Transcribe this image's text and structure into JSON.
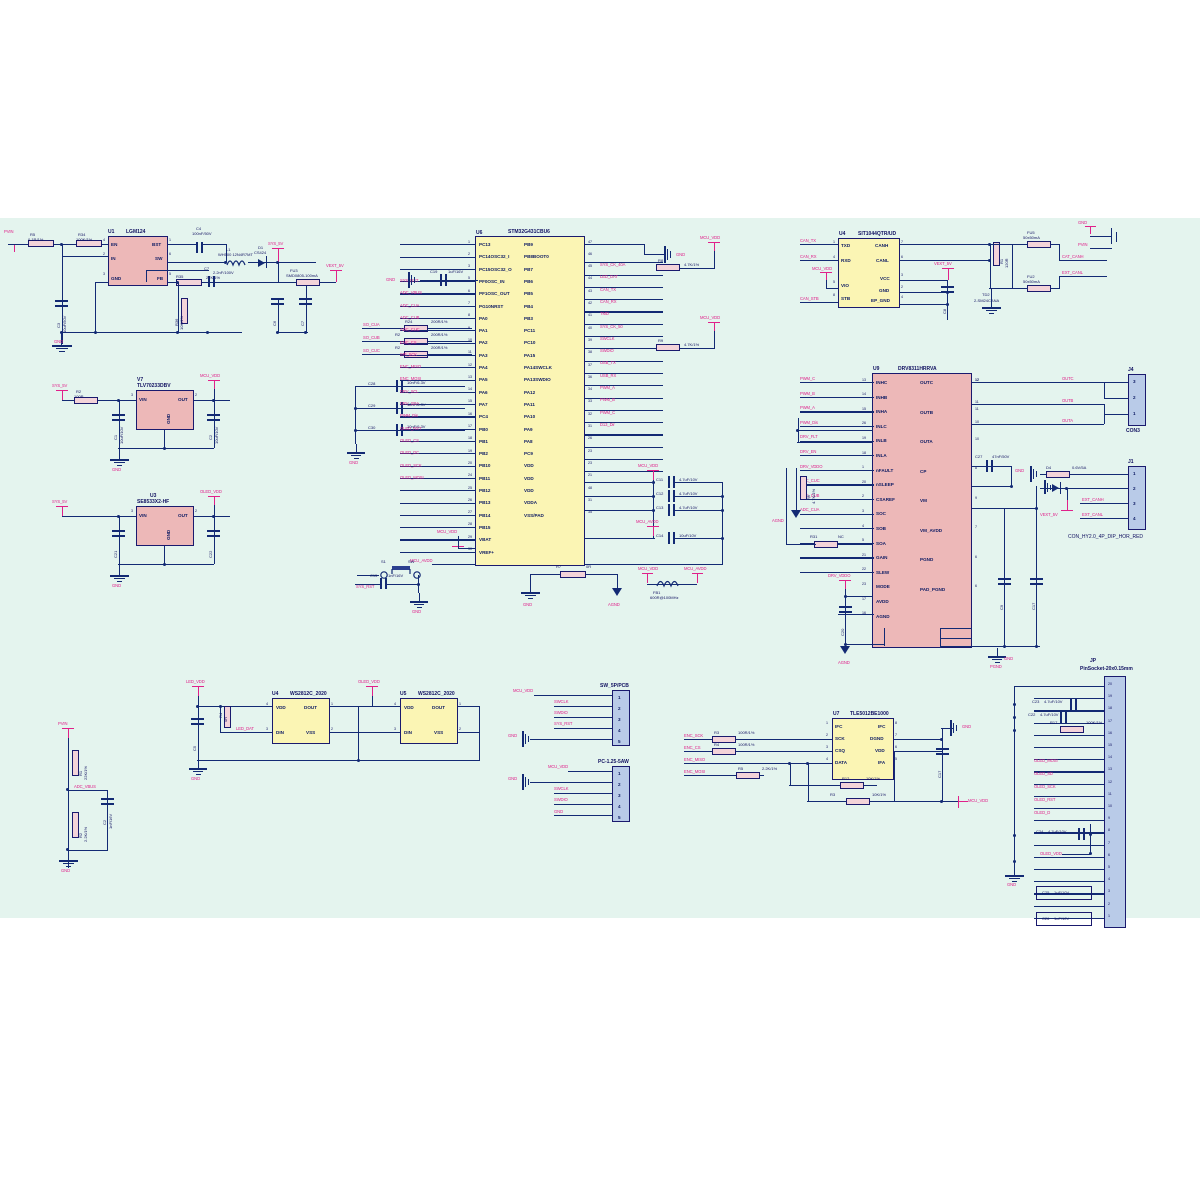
{
  "sheet": {
    "background": "#e4f4ee",
    "wire_color": "#132a74",
    "net_color": "#e0218a",
    "ic_fill_yellow": "#fbf5b4",
    "ic_fill_red": "#edb8b8",
    "ic_fill_blue": "#b9cbe8"
  },
  "mcu": {
    "ref": "U6",
    "part": "STM32G431CBU6",
    "left_pins": [
      {
        "num": "1",
        "name": "PC13"
      },
      {
        "num": "2",
        "name": "PC14OSC32_I"
      },
      {
        "num": "3",
        "name": "PC15OSC32_O"
      },
      {
        "num": "5",
        "name": "PF0OSC_IN"
      },
      {
        "num": "6",
        "name": "PF1OSC_OUT"
      },
      {
        "num": "7",
        "name": "PG10NRST"
      },
      {
        "num": "8",
        "name": "PA0"
      },
      {
        "num": "9",
        "name": "PA1"
      },
      {
        "num": "10",
        "name": "PA2"
      },
      {
        "num": "11",
        "name": "PA3"
      },
      {
        "num": "12",
        "name": "PA4"
      },
      {
        "num": "13",
        "name": "PA5"
      },
      {
        "num": "14",
        "name": "PA6"
      },
      {
        "num": "15",
        "name": "PA7"
      },
      {
        "num": "16",
        "name": "PC4"
      },
      {
        "num": "17",
        "name": "PB0"
      },
      {
        "num": "18",
        "name": "PB1"
      },
      {
        "num": "19",
        "name": "PB2"
      },
      {
        "num": "20",
        "name": "PB10"
      },
      {
        "num": "24",
        "name": "PB11"
      },
      {
        "num": "25",
        "name": "PB12"
      },
      {
        "num": "26",
        "name": "PB13"
      },
      {
        "num": "27",
        "name": "PB14"
      },
      {
        "num": "28",
        "name": "PB15"
      },
      {
        "num": "29",
        "name": "VBAT"
      },
      {
        "num": "30",
        "name": "VREF+"
      }
    ],
    "right_pins": [
      {
        "num": "47",
        "name": "PB9"
      },
      {
        "num": "46",
        "name": "PB8BOOT0"
      },
      {
        "num": "45",
        "name": "PB7"
      },
      {
        "num": "44",
        "name": "PB6"
      },
      {
        "num": "43",
        "name": "PB5"
      },
      {
        "num": "42",
        "name": "PB4"
      },
      {
        "num": "41",
        "name": "PB3"
      },
      {
        "num": "40",
        "name": "PC11"
      },
      {
        "num": "39",
        "name": "PC10"
      },
      {
        "num": "38",
        "name": "PA15"
      },
      {
        "num": "37",
        "name": "PA14SWCLK"
      },
      {
        "num": "36",
        "name": "PA13SWDIO"
      },
      {
        "num": "34",
        "name": "PA12"
      },
      {
        "num": "33",
        "name": "PA11"
      },
      {
        "num": "32",
        "name": "PA10"
      },
      {
        "num": "31",
        "name": "PA9"
      },
      {
        "num": "26",
        "name": "PA8"
      },
      {
        "num": "23",
        "name": "PC9"
      },
      {
        "num": "23",
        "name": "VDD"
      },
      {
        "num": "21",
        "name": "VDD"
      },
      {
        "num": "48",
        "name": "VDD"
      },
      {
        "num": "31",
        "name": "VDDA"
      },
      {
        "num": "35",
        "name": "VSS/PAD"
      }
    ],
    "left_nets": [
      "SYS_RST",
      "ADC_VBUS",
      "ADC_CUA",
      "ADC_CUB",
      "ADC_CUC",
      "ENC_CS",
      "SPI_SCK",
      "ENC_MISO",
      "ENC_MOSI",
      "DRV_SCL",
      "DRV_SDA",
      "PWM_Dis",
      "OLED_RST",
      "OLED_CS",
      "OLED_DC",
      "OLED_SCK",
      "OLED_MOSI"
    ],
    "right_nets": [
      "SYS_CK_40A",
      "LED_DAT",
      "CAN_TX",
      "CAN_RX",
      "TMD",
      "SYS_CK_50",
      "SWCLK",
      "SWDIO",
      "USB_TX",
      "USB_RX",
      "PWM_A",
      "PWM_B",
      "PWM_C",
      "D13_Dir"
    ],
    "decoupling": [
      {
        "ref": "C11",
        "value": "4.7uF/10V"
      },
      {
        "ref": "C12",
        "value": "4.7uF/10V"
      },
      {
        "ref": "C13",
        "value": "4.7uF/10V"
      },
      {
        "ref": "C14",
        "value": "10uF/10V"
      }
    ],
    "power_nets": [
      "MCU_VDD",
      "MCU_AVDD"
    ]
  },
  "buck": {
    "ref": "U1",
    "part": "LGM124",
    "pins": [
      {
        "num": "4",
        "name": "EN"
      },
      {
        "num": "1",
        "name": "BST"
      },
      {
        "num": "2",
        "name": "IN"
      },
      {
        "num": "6",
        "name": "SW"
      },
      {
        "num": "3",
        "name": "GND"
      },
      {
        "num": "5",
        "name": "FB"
      }
    ],
    "parts": [
      {
        "ref": "R5",
        "value": "0.1R/1%"
      },
      {
        "ref": "R34",
        "value": "100K/1%"
      },
      {
        "ref": "C4",
        "value": "100nF/50V"
      },
      {
        "ref": "L1",
        "value": "WH500 12N4R7MT"
      },
      {
        "ref": "D1",
        "value": "CS424"
      },
      {
        "ref": "C7",
        "value": "2.2nF/100V"
      },
      {
        "ref": "R35",
        "value": "27K/1%"
      },
      {
        "ref": "R36",
        "value": "10K/1%"
      },
      {
        "ref": "C3",
        "value": "10uF/50V"
      },
      {
        "ref": "C6",
        "value": "22uF/10V"
      },
      {
        "ref": "C7",
        "value": "10uF/10V"
      },
      {
        "ref": "FU3",
        "value": "SMD0805-100mA"
      }
    ],
    "nets": [
      "PVIN",
      "SYS_5V",
      "VEXT_5V",
      "GND"
    ]
  },
  "ldo1": {
    "ref": "V7",
    "part": "TLV70233DBV",
    "pins": [
      {
        "num": "3",
        "name": "VIN"
      },
      {
        "num": "2",
        "name": "OUT"
      },
      {
        "num": "1",
        "name": "GND"
      }
    ],
    "in_net": "SYS_5V",
    "out_net": "MCU_VDD",
    "parts": [
      {
        "ref": "R2",
        "value": "100R"
      },
      {
        "ref": "C1",
        "value": "10uF/10V"
      },
      {
        "ref": "C2",
        "value": "10uF/10V"
      }
    ]
  },
  "ldo2": {
    "ref": "U3",
    "part": "SE8533X2-HF",
    "pins": [
      {
        "num": "3",
        "name": "VIN"
      },
      {
        "num": "2",
        "name": "OUT"
      },
      {
        "num": "1",
        "name": "GND"
      }
    ],
    "in_net": "SYS_5V",
    "out_net": "OLED_VDD",
    "parts": [
      {
        "ref": "C21",
        "value": "10uF/10V"
      },
      {
        "ref": "C22",
        "value": "10uF/10V"
      }
    ]
  },
  "can": {
    "ref": "U4",
    "part": "SIT1044QTR/UD",
    "left_pins": [
      {
        "num": "1",
        "name": "TXD"
      },
      {
        "num": "4",
        "name": "RXD"
      },
      {
        "num": "5",
        "name": "VIO"
      },
      {
        "num": "8",
        "name": "STB"
      }
    ],
    "right_pins": [
      {
        "num": "7",
        "name": "CANH"
      },
      {
        "num": "6",
        "name": "CANL"
      },
      {
        "num": "3",
        "name": "VCC"
      },
      {
        "num": "2",
        "name": "GND"
      },
      {
        "num": "4",
        "name": "EP_GND"
      }
    ],
    "nets": [
      "CAN_TX",
      "CAN_RX",
      "MCU_VDD",
      "CAN_STB",
      "VEXT_5V",
      "CAT_CANH",
      "EXT_CANL",
      "PVIN",
      "GND"
    ],
    "parts": [
      {
        "ref": "C8",
        "value": "2.2uF/6V"
      },
      {
        "ref": "R1",
        "value": "120R"
      },
      {
        "ref": "TD2",
        "value": "2-SM24CANA"
      },
      {
        "ref": "FU5",
        "value": "50x50mA"
      },
      {
        "ref": "FU2",
        "value": "50x50mA"
      }
    ]
  },
  "drv": {
    "ref": "U9",
    "part": "DRV8311HRRVA",
    "left_pins": [
      {
        "num": "13",
        "name": "INHC"
      },
      {
        "num": "14",
        "name": "INHB"
      },
      {
        "num": "15",
        "name": "INHA"
      },
      {
        "num": "26",
        "name": "INLC"
      },
      {
        "num": "19",
        "name": "INLB"
      },
      {
        "num": "18",
        "name": "INLA"
      },
      {
        "num": "1",
        "name": "nFAULT"
      },
      {
        "num": "20",
        "name": "nSLEEP"
      },
      {
        "num": "2",
        "name": "CSAREF"
      },
      {
        "num": "3",
        "name": "SOC"
      },
      {
        "num": "4",
        "name": "SOB"
      },
      {
        "num": "5",
        "name": "SOA"
      },
      {
        "num": "21",
        "name": "GAIN"
      },
      {
        "num": "22",
        "name": "SLEW"
      },
      {
        "num": "23",
        "name": "MODE"
      },
      {
        "num": "17",
        "name": "AVDD"
      },
      {
        "num": "16",
        "name": "AGND"
      }
    ],
    "right_pins": [
      {
        "num": "12",
        "name": "OUTC"
      },
      {
        "num": "11",
        "name": "OUTB"
      },
      {
        "num": "10",
        "name": "OUTA"
      },
      {
        "num": "8",
        "name": "CP"
      },
      {
        "num": "9",
        "name": "VM"
      },
      {
        "num": "7",
        "name": "VM_AVDD"
      },
      {
        "num": "6",
        "name": "PGND"
      },
      {
        "num": "6",
        "name": "PAD_PGND"
      }
    ],
    "nets": [
      "PWM_C",
      "PWM_B",
      "PWM_A",
      "PWM_Dis",
      "DRV_FLT",
      "DRV_EN",
      "DRV_VDDO",
      "ADC_CUC",
      "ADC_CUB",
      "ADC_CUA",
      "OUTC",
      "OUTB",
      "OUTA",
      "AGND",
      "PGND"
    ],
    "parts": [
      {
        "ref": "C27",
        "value": "47nF/50V"
      },
      {
        "ref": "C9",
        "value": "10uF/50V"
      },
      {
        "ref": "C17",
        "value": "10uF/50V"
      },
      {
        "ref": "C20",
        "value": "1uF/10V"
      },
      {
        "ref": "R31",
        "value": "NC"
      },
      {
        "ref": "R6",
        "value": "4.7K/1%"
      }
    ]
  },
  "motor_conn": {
    "ref": "J4",
    "part": "CON3",
    "pins": [
      {
        "num": "3",
        "net": "OUTC"
      },
      {
        "num": "2",
        "net": "OUTB"
      },
      {
        "num": "1",
        "net": "OUTA"
      }
    ]
  },
  "pwr_conn": {
    "ref": "J1",
    "part": "CON_HY2.0_4P_DIP_HOR_RED",
    "pins": [
      {
        "num": "1",
        "net": "GND"
      },
      {
        "num": "2",
        "net": "PVIN"
      },
      {
        "num": "3",
        "net": "EXT_CANH"
      },
      {
        "num": "4",
        "net": "EXT_CANL"
      }
    ],
    "parts": [
      {
        "ref": "D4",
        "value": "0.6V/5A"
      }
    ]
  },
  "led1": {
    "ref": "U4",
    "part": "WS2812C_2020",
    "pins": [
      {
        "num": "4",
        "name": "VDD"
      },
      {
        "num": "1",
        "name": "DOUT"
      },
      {
        "num": "3",
        "name": "DIN"
      },
      {
        "num": "2",
        "name": "VSS"
      }
    ],
    "nets": [
      "LED_VDD",
      "LED_DAT"
    ],
    "parts": [
      {
        "ref": "R4",
        "value": "0R"
      },
      {
        "ref": "C5",
        "value": "10uF/10V"
      }
    ]
  },
  "led2": {
    "ref": "U5",
    "part": "WS2812C_2020",
    "pins": [
      {
        "num": "4",
        "name": "VDD"
      },
      {
        "num": "1",
        "name": "DOUT"
      },
      {
        "num": "3",
        "name": "DIN"
      },
      {
        "num": "2",
        "name": "VSS"
      }
    ],
    "nets": [
      "OLED_VDD"
    ]
  },
  "swd1": {
    "ref": "J6",
    "part": "SW_5P/PCB",
    "pins": [
      {
        "num": "1",
        "net": "MCU_VDD"
      },
      {
        "num": "2",
        "net": "SWCLK"
      },
      {
        "num": "3",
        "net": "SWDIO"
      },
      {
        "num": "4",
        "net": "SYS_RST"
      },
      {
        "num": "5",
        "net": "GND"
      }
    ]
  },
  "swd2": {
    "ref": "J5",
    "part": "PC-1.25-5AW",
    "pins": [
      {
        "num": "1",
        "net": "MCU_VDD"
      },
      {
        "num": "2",
        "net": "GND"
      },
      {
        "num": "3",
        "net": "SWCLK"
      },
      {
        "num": "4",
        "net": "SWDIO"
      },
      {
        "num": "5",
        "net": "GND"
      }
    ]
  },
  "encoder": {
    "ref": "U7",
    "part": "TLE5012BE1000",
    "left_pins": [
      {
        "num": "1",
        "name": "IFC"
      },
      {
        "num": "2",
        "name": "SCK"
      },
      {
        "num": "3",
        "name": "CSQ"
      },
      {
        "num": "4",
        "name": "DATA"
      }
    ],
    "right_pins": [
      {
        "num": "8",
        "name": "IFC"
      },
      {
        "num": "7",
        "name": "DGND"
      },
      {
        "num": "6",
        "name": "VDD"
      },
      {
        "num": "5",
        "name": "IFA"
      }
    ],
    "nets": [
      "ENC_SCK",
      "ENC_CS",
      "ENC_MISO",
      "ENC_MOSI",
      "MCU_VDD",
      "GND"
    ],
    "parts": [
      {
        "ref": "R3",
        "value": "100R/1%"
      },
      {
        "ref": "R4",
        "value": "100R/1%"
      },
      {
        "ref": "R5",
        "value": "2.2K/1%"
      },
      {
        "ref": "R12",
        "value": "10K/1%"
      },
      {
        "ref": "R3",
        "value": "10K/1%"
      },
      {
        "ref": "C17",
        "value": "1uF/10V"
      }
    ]
  },
  "oled_header": {
    "ref": "JP",
    "part": "PinSocket-20x0.15mm",
    "pin_count": 20,
    "nets": [
      "OLED_MOSI",
      "OLED_SD",
      "OLED_SCK",
      "OLED_RST",
      "OLED_D",
      "OLED_VDD",
      "GND"
    ],
    "parts": [
      {
        "ref": "C23",
        "value": "4.7uF/10V"
      },
      {
        "ref": "C22",
        "value": "4.7uF/10V"
      },
      {
        "ref": "R17",
        "value": "100K/1%"
      },
      {
        "ref": "C24",
        "value": "4.7uF/10V"
      },
      {
        "ref": "C25",
        "value": "1uF/10V"
      },
      {
        "ref": "C26",
        "value": "1uF/10V"
      }
    ]
  },
  "vbus_divider": {
    "nets": [
      "PVIN",
      "ADC_VBUS",
      "GND"
    ],
    "parts": [
      {
        "ref": "R1",
        "value": "22K/1%"
      },
      {
        "ref": "R2",
        "value": "2.2K/1%"
      },
      {
        "ref": "C2",
        "value": "1nF/16V"
      }
    ]
  },
  "button": {
    "ref": "S1",
    "part": "SW",
    "net": "SYS_RST",
    "cap": {
      "ref": "C15",
      "value": "1nF/16V"
    }
  },
  "gnd_link": {
    "ref": "R7",
    "value": "0R",
    "from": "GND",
    "to": "AGND"
  },
  "ferrite": {
    "ref": "FB1",
    "value": "600R@100MHz",
    "from": "MCU_VDD",
    "to": "MCU_AVDD"
  },
  "adc_filter": {
    "resistors": [
      {
        "ref": "R24",
        "value": "200R/1%",
        "in": "SO_CUA",
        "out": "ADC_CUA"
      },
      {
        "ref": "R2",
        "value": "200R/1%",
        "in": "SO_CUB",
        "out": "ADC_CUB"
      },
      {
        "ref": "R2",
        "value": "200R/1%",
        "in": "SO_CUC",
        "out": "ADC_CUC"
      }
    ],
    "caps": [
      {
        "ref": "C28",
        "value": "10nF/6.3V",
        "net": "ADC_CUA"
      },
      {
        "ref": "C29",
        "value": "10nF/6.3V",
        "net": "ADC_CUB"
      },
      {
        "ref": "C30",
        "value": "10nF/6.3V",
        "net": "ADC_CUC"
      }
    ]
  },
  "misc": {
    "c19": {
      "ref": "C19",
      "value": "1uF/16V"
    },
    "r8": {
      "ref": "R8",
      "value": "4.7K/1%"
    },
    "r9": {
      "ref": "R9",
      "value": "4.7K/1%"
    }
  }
}
